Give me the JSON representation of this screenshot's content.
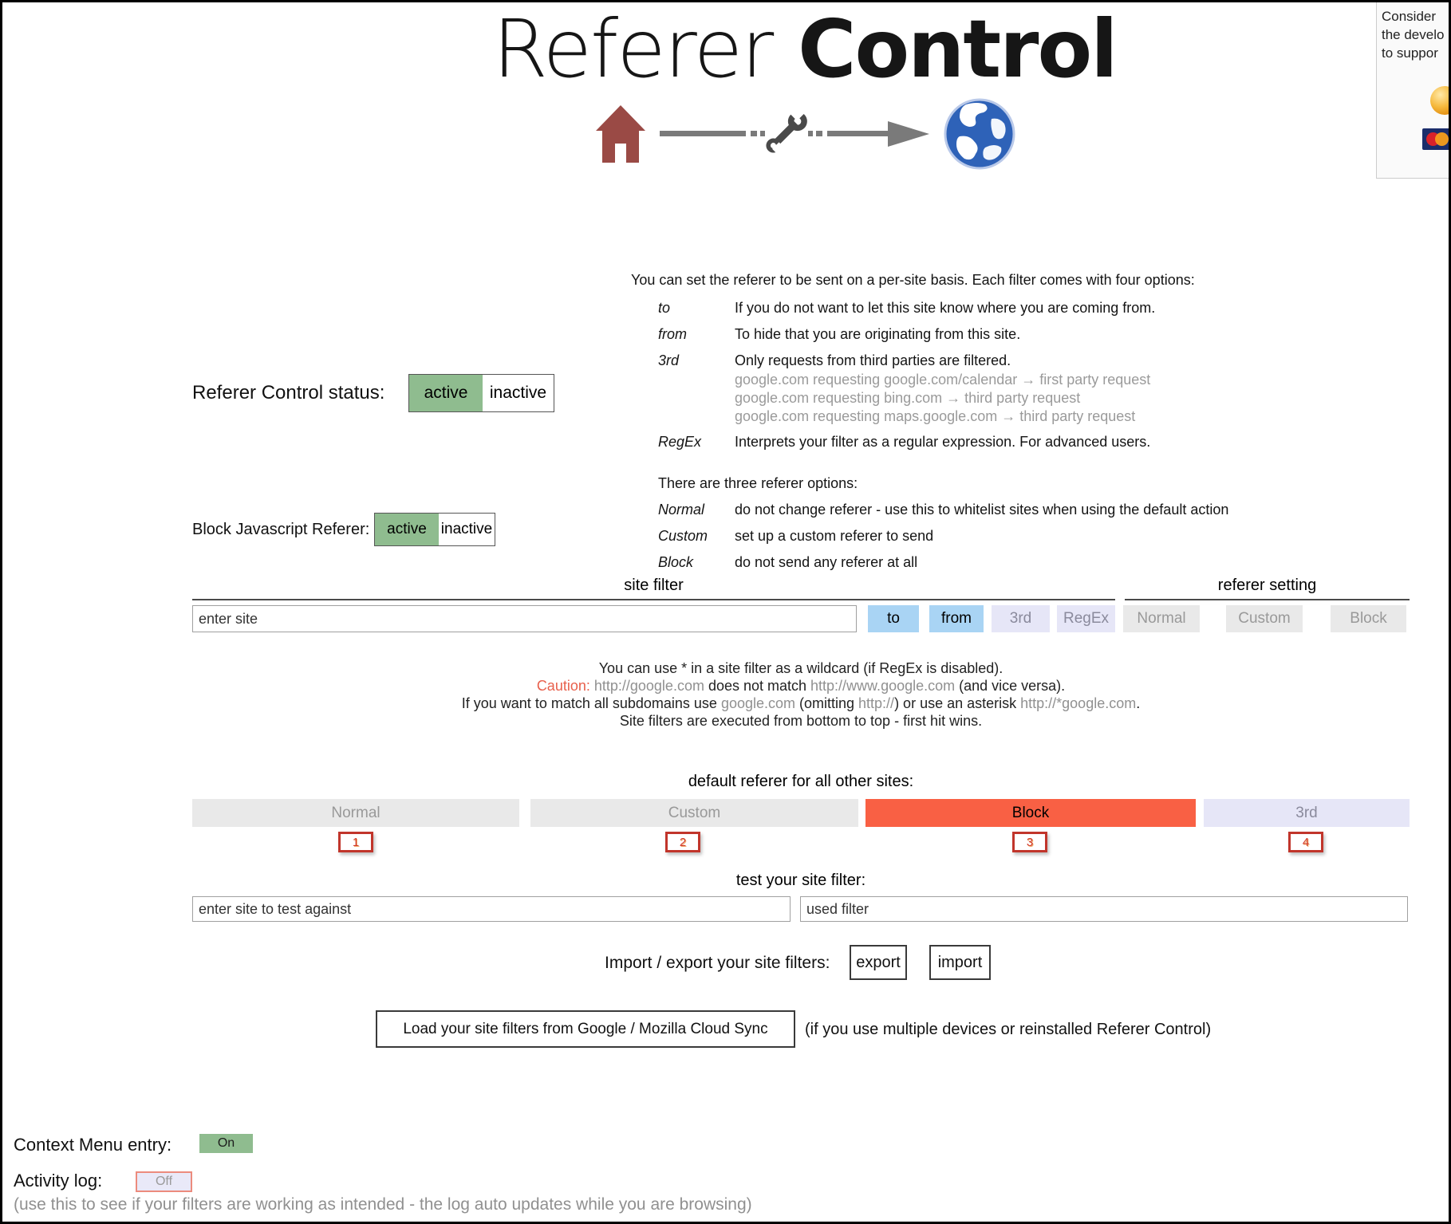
{
  "donate_panel": {
    "lines": [
      "Consider",
      "the develo",
      "to suppor"
    ]
  },
  "header": {
    "title_light": "Referer",
    "title_bold": "Control"
  },
  "status": {
    "label": "Referer Control status:",
    "active_label": "active",
    "inactive_label": "inactive",
    "selected": "active"
  },
  "js_block": {
    "label": "Block Javascript Referer:",
    "active_label": "active",
    "inactive_label": "inactive",
    "selected": "active"
  },
  "filter_help": {
    "intro": "You can set the referer to be sent on a per-site basis. Each filter comes with four options:",
    "options": [
      {
        "term": "to",
        "desc": "If you do not want to let this site know where you are coming from."
      },
      {
        "term": "from",
        "desc": "To hide that you are originating from this site."
      },
      {
        "term": "3rd",
        "desc": "Only requests from third parties are filtered.",
        "examples": [
          "google.com requesting google.com/calendar → first party request",
          "google.com requesting bing.com → third party request",
          "google.com requesting maps.google.com → third party request"
        ]
      },
      {
        "term": "RegEx",
        "desc": "Interprets your filter as a regular expression. For advanced users."
      }
    ],
    "referer_intro": "There are three referer options:",
    "referer_options": [
      {
        "term": "Normal",
        "desc": "do not change referer - use this to whitelist sites when using the default action"
      },
      {
        "term": "Custom",
        "desc": "set up a custom referer to send"
      },
      {
        "term": "Block",
        "desc": "do not send any referer at all"
      }
    ]
  },
  "site_filter": {
    "header": "site filter",
    "referer_setting_header": "referer setting",
    "placeholder": "enter site",
    "to": "to",
    "from": "from",
    "third": "3rd",
    "regex": "RegEx",
    "normal": "Normal",
    "custom": "Custom",
    "block": "Block"
  },
  "notes": {
    "wildcard": "You can use * in a site filter as a wildcard (if RegEx is disabled).",
    "caution": {
      "p0": "Caution:",
      "p1": " http://google.com ",
      "p2": "does not match ",
      "p3": "http://www.google.com",
      "p4": " (and vice versa)."
    },
    "subdomains": {
      "p0": "If you want to match all subdomains use ",
      "p1": "google.com",
      "p2": " (omitting ",
      "p3": "http://",
      "p4": ") or use an asterisk ",
      "p5": "http://*google.com",
      "p6": "."
    },
    "order": "Site filters are executed from bottom to top - first hit wins."
  },
  "default_referer": {
    "header": "default referer for all other sites:",
    "options": [
      {
        "label": "Normal",
        "shortcut": "1"
      },
      {
        "label": "Custom",
        "shortcut": "2"
      },
      {
        "label": "Block",
        "shortcut": "3"
      },
      {
        "label": "3rd",
        "shortcut": "4"
      }
    ],
    "selected": "Block"
  },
  "test_filter": {
    "header": "test your site filter:",
    "site_placeholder": "enter site to test against",
    "result_placeholder": "used filter"
  },
  "import_export": {
    "label": "Import / export your site filters:",
    "export_label": "export",
    "import_label": "import"
  },
  "cloud_sync": {
    "button": "Load your site filters from Google / Mozilla Cloud Sync",
    "note": "(if you use multiple devices or reinstalled Referer Control)"
  },
  "context_menu": {
    "label": "Context Menu entry:",
    "value": "On"
  },
  "activity_log": {
    "label": "Activity log:",
    "value": "Off",
    "note": "(use this to see if your filters are working as intended - the log auto updates while you are browsing)"
  },
  "colors": {
    "accent_green": "#8fbc8f",
    "accent_blue": "#a9d4f4",
    "accent_lavender": "#e6e6f7",
    "chip_gray": "#e9e9e9",
    "selected_block": "#f96044",
    "caution_red": "#e8604c",
    "link_gray": "#909090",
    "shortcut_red": "#c1352b"
  }
}
